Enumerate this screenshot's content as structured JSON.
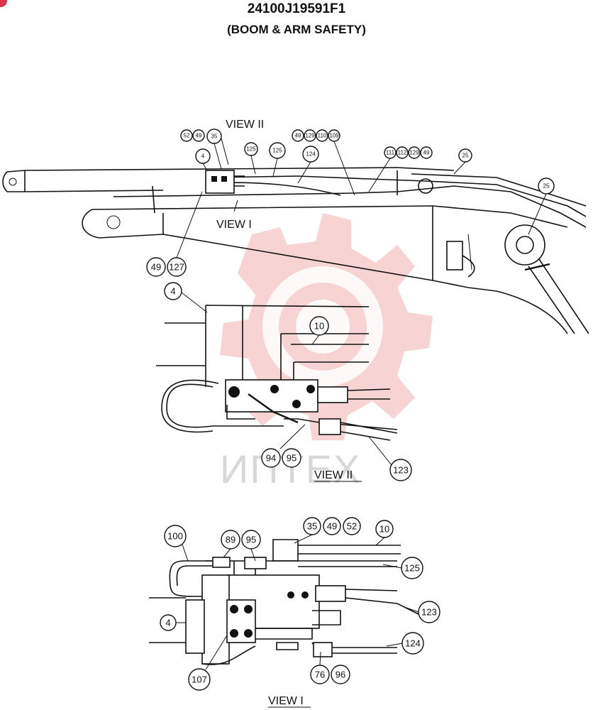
{
  "title": "24100J19591F1",
  "subtitle": "(BOOM & ARM SAFETY)",
  "watermark": {
    "text": "ИПТЕХ",
    "color": "#f4b8b8"
  },
  "view_labels": {
    "top_view2": "VIEW  II",
    "top_view1": "VIEW  I",
    "detail2_caption": "VIEW  II",
    "detail1_caption": "VIEW  I"
  },
  "callouts": {
    "top": [
      "52",
      "49",
      "35",
      "4",
      "125",
      "125",
      "124",
      "49",
      "129",
      "110",
      "109",
      "111",
      "112",
      "129",
      "49",
      "25",
      "25",
      "49",
      "127"
    ],
    "view2": [
      "4",
      "10",
      "94",
      "95",
      "123"
    ],
    "view1": [
      "100",
      "89",
      "95",
      "35",
      "49",
      "52",
      "10",
      "125",
      "123",
      "4",
      "124",
      "107",
      "76",
      "96"
    ]
  }
}
